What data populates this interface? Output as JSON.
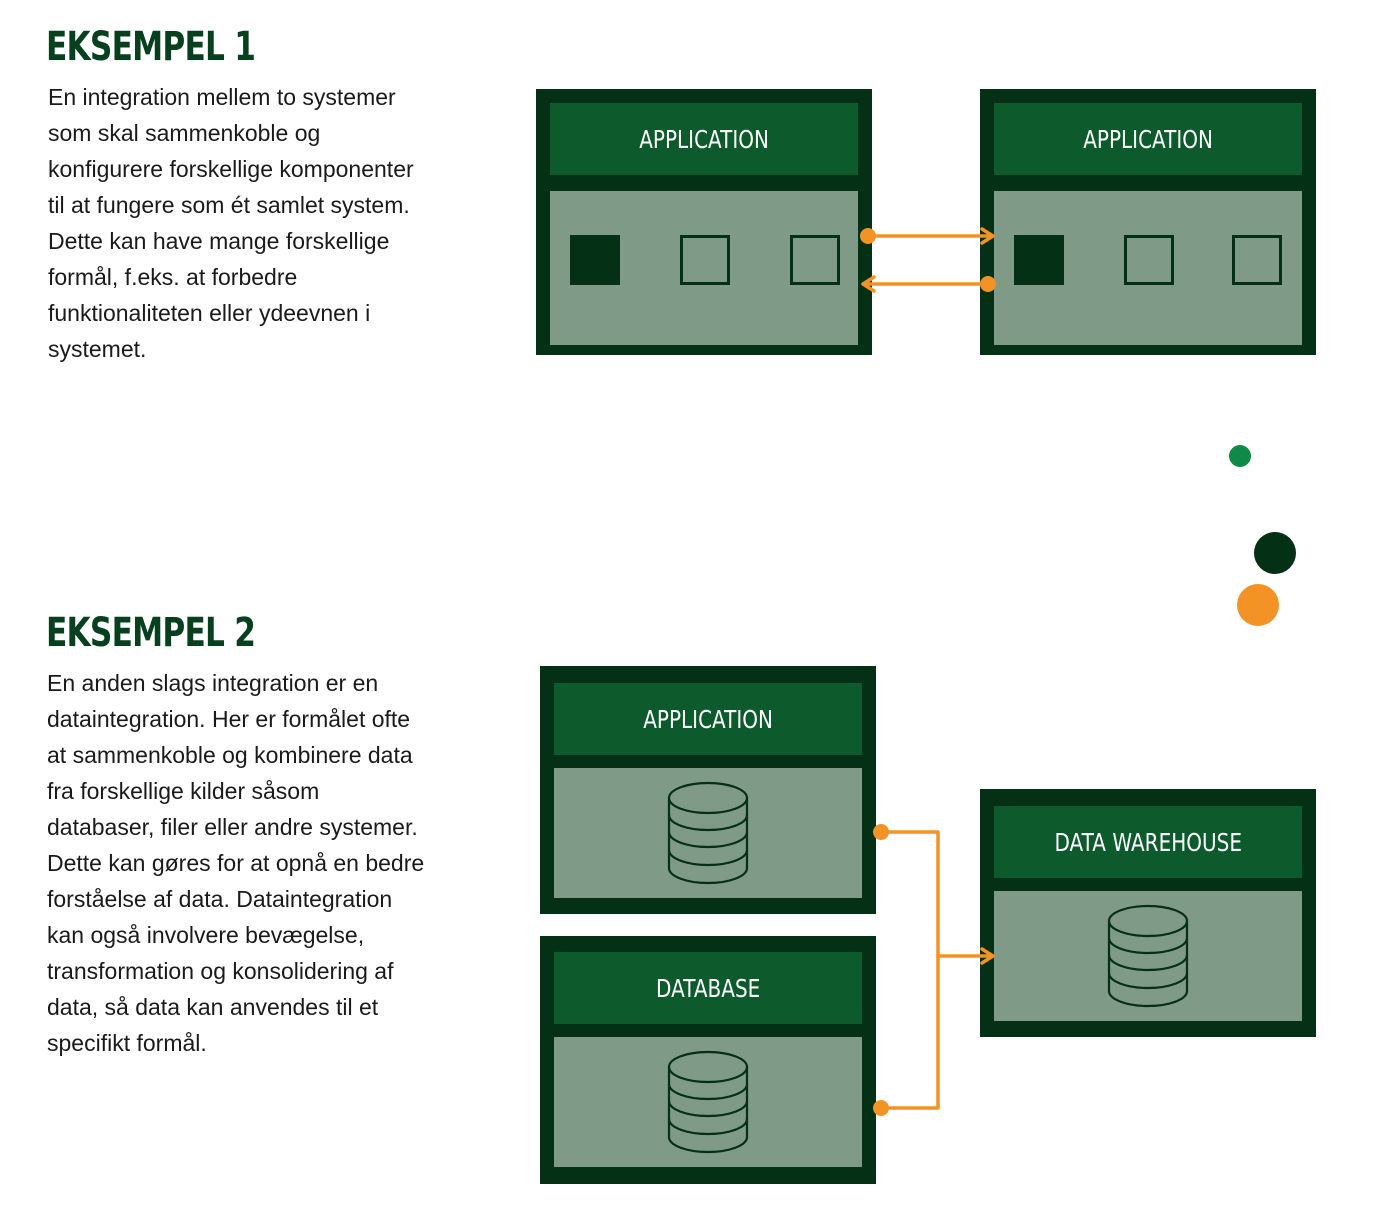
{
  "example1": {
    "title": "EKSEMPEL 1",
    "lines": [
      "En integration mellem to systemer",
      "som skal sammenkoble og",
      "konfigurere forskellige komponenter",
      "til at fungere som ét samlet system.",
      "Dette kan have mange forskellige",
      "formål, f.eks. at forbedre",
      "funktionaliteten eller ydeevnen i",
      "systemet."
    ],
    "diagram": {
      "left_label": "APPLICATION",
      "right_label": "APPLICATION"
    }
  },
  "example2": {
    "title": "EKSEMPEL 2",
    "lines": [
      "En anden slags integration er en",
      "dataintegration. Her er formålet ofte",
      "at sammenkoble og kombinere data",
      "fra forskellige kilder såsom",
      "databaser, filer eller andre systemer.",
      "Dette kan gøres for at opnå en bedre",
      "forståelse af data. Dataintegration",
      "kan også involvere bevægelse,",
      "transformation og konsolidering af",
      "data, så data kan anvendes til et",
      "specifikt formål."
    ],
    "diagram": {
      "source1_label": "APPLICATION",
      "source2_label": "DATABASE",
      "target_label": "DATA WAREHOUSE"
    }
  },
  "colors": {
    "dark_green": "#043016",
    "header_green": "#0d5a2c",
    "body_green": "#7f9a87",
    "orange": "#f39325",
    "bright_green": "#0f8a47"
  },
  "icons": [
    "database-icon",
    "component-square-icon"
  ]
}
